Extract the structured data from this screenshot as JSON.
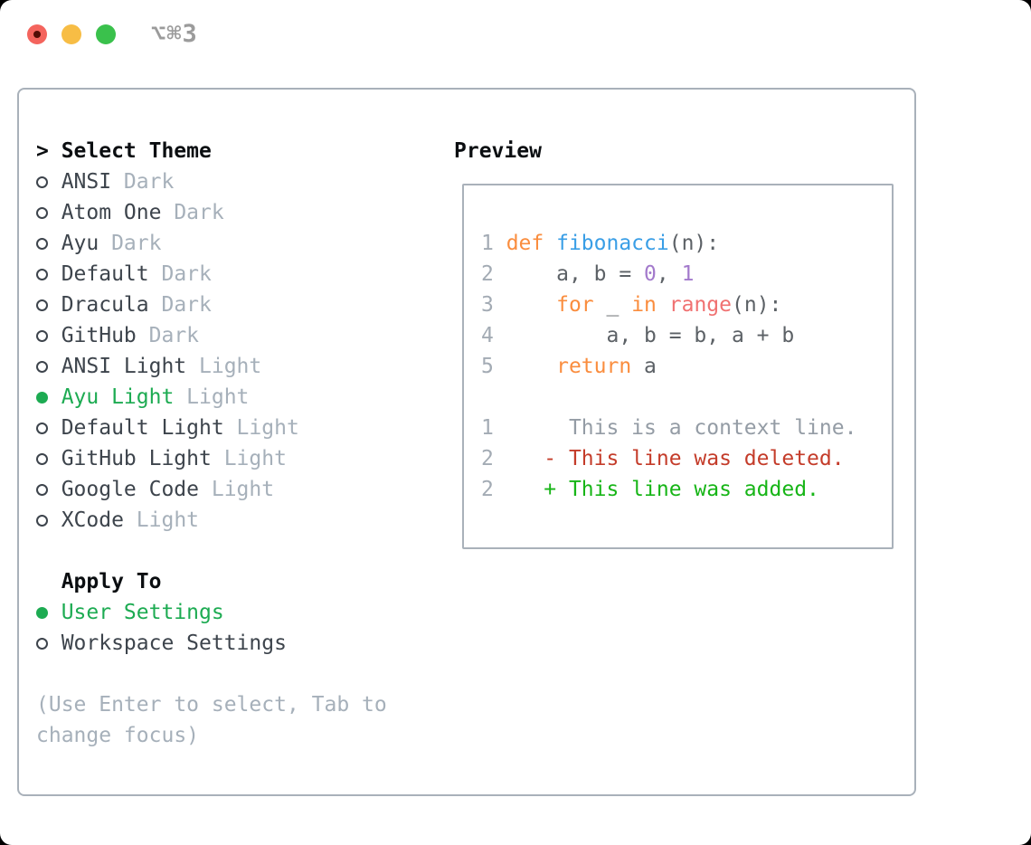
{
  "window": {
    "shortcut_label": "⌥⌘3"
  },
  "theme_picker": {
    "header": {
      "cursor": ">",
      "label": "Select Theme"
    },
    "themes": [
      {
        "id": "ansi-dark",
        "label": "ANSI",
        "variant": "Dark",
        "selected": false
      },
      {
        "id": "atom-one-dark",
        "label": "Atom One",
        "variant": "Dark",
        "selected": false
      },
      {
        "id": "ayu-dark",
        "label": "Ayu",
        "variant": "Dark",
        "selected": false
      },
      {
        "id": "default-dark",
        "label": "Default",
        "variant": "Dark",
        "selected": false
      },
      {
        "id": "dracula-dark",
        "label": "Dracula",
        "variant": "Dark",
        "selected": false
      },
      {
        "id": "github-dark",
        "label": "GitHub",
        "variant": "Dark",
        "selected": false
      },
      {
        "id": "ansi-light",
        "label": "ANSI Light",
        "variant": "Light",
        "selected": false
      },
      {
        "id": "ayu-light",
        "label": "Ayu Light",
        "variant": "Light",
        "selected": true
      },
      {
        "id": "default-light",
        "label": "Default Light",
        "variant": "Light",
        "selected": false
      },
      {
        "id": "github-light",
        "label": "GitHub Light",
        "variant": "Light",
        "selected": false
      },
      {
        "id": "google-code",
        "label": "Google Code",
        "variant": "Light",
        "selected": false
      },
      {
        "id": "xcode",
        "label": "XCode",
        "variant": "Light",
        "selected": false
      }
    ],
    "apply_to": {
      "header": "Apply To",
      "options": [
        {
          "id": "user-settings",
          "label": "User Settings",
          "selected": true
        },
        {
          "id": "workspace-settings",
          "label": "Workspace Settings",
          "selected": false
        }
      ]
    },
    "help_lines": [
      "(Use Enter to select, Tab to",
      "change focus)"
    ]
  },
  "preview": {
    "title": "Preview",
    "lines": [
      {
        "tokens": [
          [
            "ln",
            "1 "
          ],
          [
            "kw",
            "def "
          ],
          [
            "fn",
            "fibonacci"
          ],
          [
            "fg",
            "(n):"
          ]
        ]
      },
      {
        "tokens": [
          [
            "ln",
            "2 "
          ],
          [
            "fg",
            "    a, b = "
          ],
          [
            "num",
            "0"
          ],
          [
            "fg",
            ", "
          ],
          [
            "num",
            "1"
          ]
        ]
      },
      {
        "tokens": [
          [
            "ln",
            "3 "
          ],
          [
            "fg",
            "    "
          ],
          [
            "kw",
            "for"
          ],
          [
            "fg",
            " _ "
          ],
          [
            "kw",
            "in"
          ],
          [
            "fg",
            " "
          ],
          [
            "sp",
            "range"
          ],
          [
            "fg",
            "(n):"
          ]
        ]
      },
      {
        "tokens": [
          [
            "ln",
            "4 "
          ],
          [
            "fg",
            "        a, b = b, a + b"
          ]
        ]
      },
      {
        "tokens": [
          [
            "ln",
            "5 "
          ],
          [
            "fg",
            "    "
          ],
          [
            "kw",
            "return"
          ],
          [
            "fg",
            " a"
          ]
        ]
      },
      {
        "tokens": []
      },
      {
        "tokens": [
          [
            "ln",
            "1"
          ],
          [
            "ctx",
            "      This is a context line."
          ]
        ]
      },
      {
        "tokens": [
          [
            "ln",
            "2"
          ],
          [
            "del",
            "    - This line was deleted."
          ]
        ]
      },
      {
        "tokens": [
          [
            "ln",
            "2"
          ],
          [
            "add",
            "    + This line was added."
          ]
        ]
      }
    ]
  },
  "colors": {
    "accent-green": "#1dab52",
    "muted-gray": "#a6b0ba",
    "item-text": "#3d444c",
    "border-gray": "#a9b1ba",
    "shortcut-gray": "#9b9b9b",
    "tl-red": "#f4645d",
    "tl-red-dot": "#530d05",
    "tl-yellow": "#f7bd45",
    "tl-green": "#3ac14c"
  },
  "code_colors": {
    "ln": "#a3abb4",
    "kw": "#fa8d3e",
    "fn": "#399ee6",
    "sp": "#f07171",
    "num": "#a37acc",
    "fg": "#5c6166",
    "ctx": "#949ca5",
    "del": "#c43c2a",
    "add": "#17b517"
  }
}
